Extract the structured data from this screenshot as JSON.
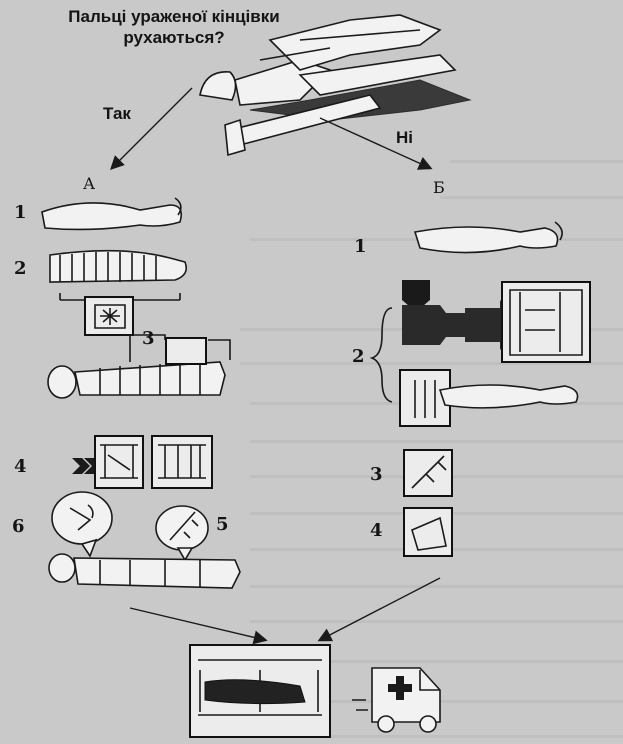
{
  "question": "Пальці ураженої кінцівки рухаються?",
  "branches": {
    "yes": "Так",
    "no": "Ні"
  },
  "columns": {
    "a": "А",
    "b": "Б"
  },
  "steps_a": [
    "1",
    "2",
    "3",
    "4",
    "5",
    "6"
  ],
  "steps_b": [
    "1",
    "2",
    "3",
    "4"
  ]
}
